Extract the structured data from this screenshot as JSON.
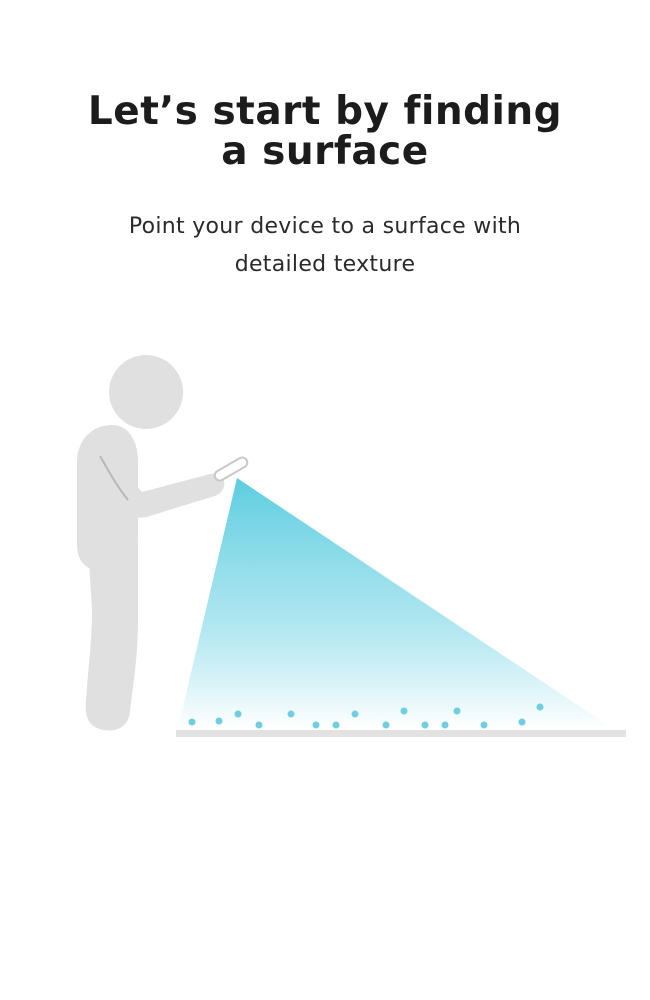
{
  "onboarding": {
    "title_line1": "Let’s start by finding",
    "title_line2": "a surface",
    "instruction_line1": "Point your device to a surface with",
    "instruction_line2": "detailed texture"
  },
  "illustration": {
    "figure_color": "#e0e0e0",
    "beam_color": "#5ccde0",
    "point_color": "#6fcfe0",
    "floor_color": "#e2e2e2"
  }
}
